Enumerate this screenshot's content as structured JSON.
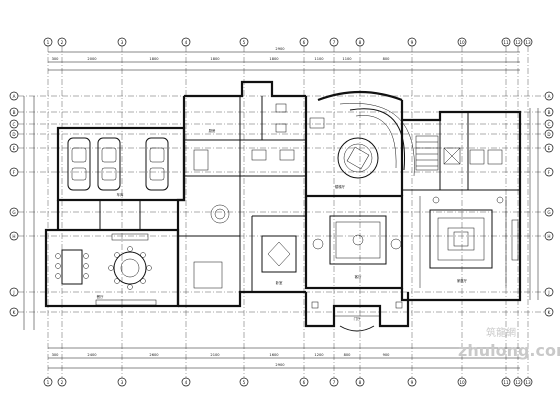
{
  "drawing": {
    "grid_top": [
      "1",
      "2",
      "3",
      "4",
      "5",
      "6",
      "7",
      "8",
      "9",
      "10",
      "11",
      "12",
      "13"
    ],
    "grid_bottom": [
      "1",
      "2",
      "3",
      "4",
      "5",
      "6",
      "7",
      "8",
      "9",
      "10",
      "11",
      "12",
      "13"
    ],
    "grid_left": [
      "A",
      "B",
      "C",
      "D",
      "E",
      "F",
      "G",
      "H",
      "J",
      "K"
    ],
    "grid_right": [
      "A",
      "B",
      "C",
      "D",
      "E",
      "F",
      "G",
      "H",
      "J",
      "K"
    ],
    "top_overall_dim": "2900",
    "bottom_overall_dim": "2900",
    "top_dims": [
      "300",
      "2000",
      "1800",
      "1800",
      "1800",
      "1100",
      "1100",
      "800"
    ],
    "bottom_dims": [
      "300",
      "2400",
      "2600",
      "2100",
      "1600",
      "1200",
      "800",
      "900"
    ],
    "room_labels": {
      "garage": "车库",
      "dining": "餐厅",
      "living": "客厅",
      "family": "家庭厅",
      "stair_hall": "楼梯厅",
      "bedroom": "卧室",
      "kitchen": "厨房",
      "entry": "门厅"
    }
  },
  "watermark": {
    "main": "zhulong.com",
    "sub": "筑龍網"
  }
}
